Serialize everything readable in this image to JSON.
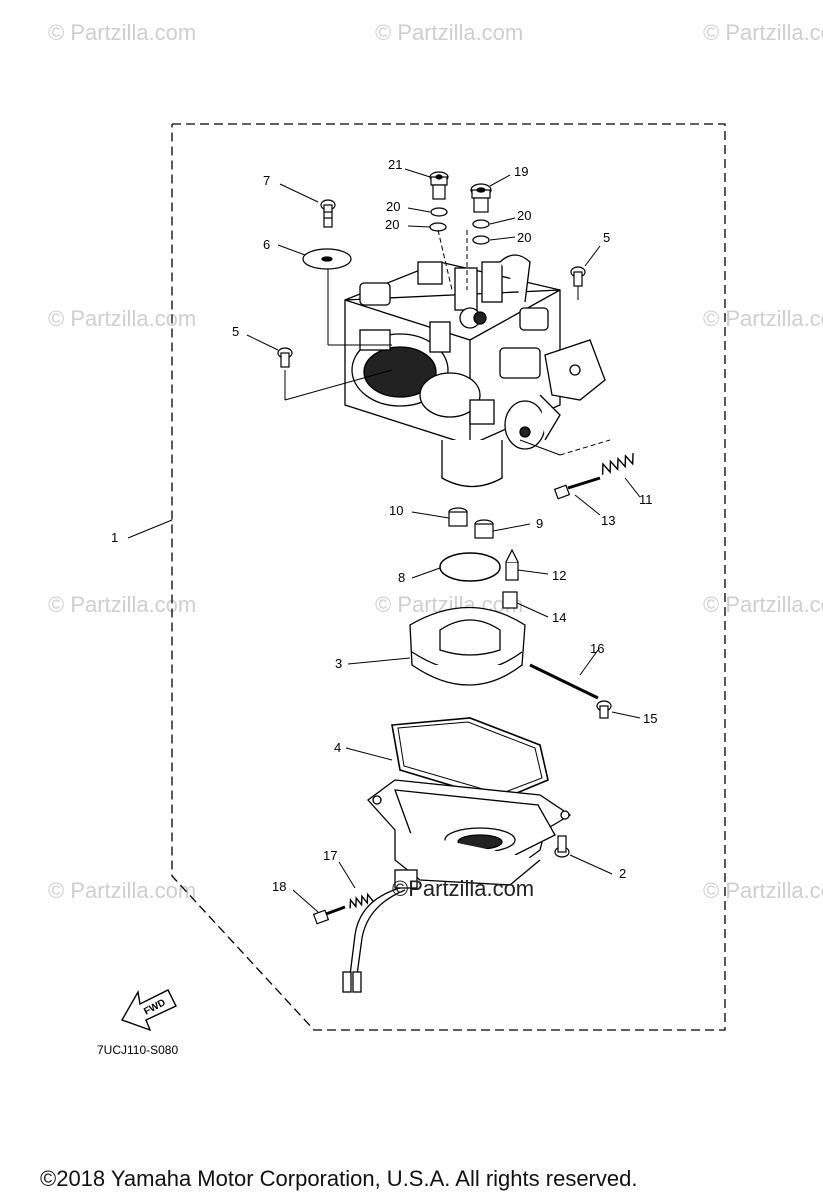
{
  "watermark": "© Partzilla.com",
  "center_watermark": "©Partzilla.com",
  "diagram_code": "7UCJ110-S080",
  "fwd_label": "FWD",
  "copyright": "©2018  Yamaha Motor Corporation, U.S.A. All rights reserved.",
  "callouts": {
    "c1": "1",
    "c2": "2",
    "c3": "3",
    "c4": "4",
    "c5a": "5",
    "c5b": "5",
    "c6": "6",
    "c7": "7",
    "c8": "8",
    "c9": "9",
    "c10": "10",
    "c11": "11",
    "c12": "12",
    "c13": "13",
    "c14": "14",
    "c15": "15",
    "c16": "16",
    "c17": "17",
    "c18": "18",
    "c19": "19",
    "c20a": "20",
    "c20b": "20",
    "c20c": "20",
    "c20d": "20",
    "c21": "21"
  }
}
